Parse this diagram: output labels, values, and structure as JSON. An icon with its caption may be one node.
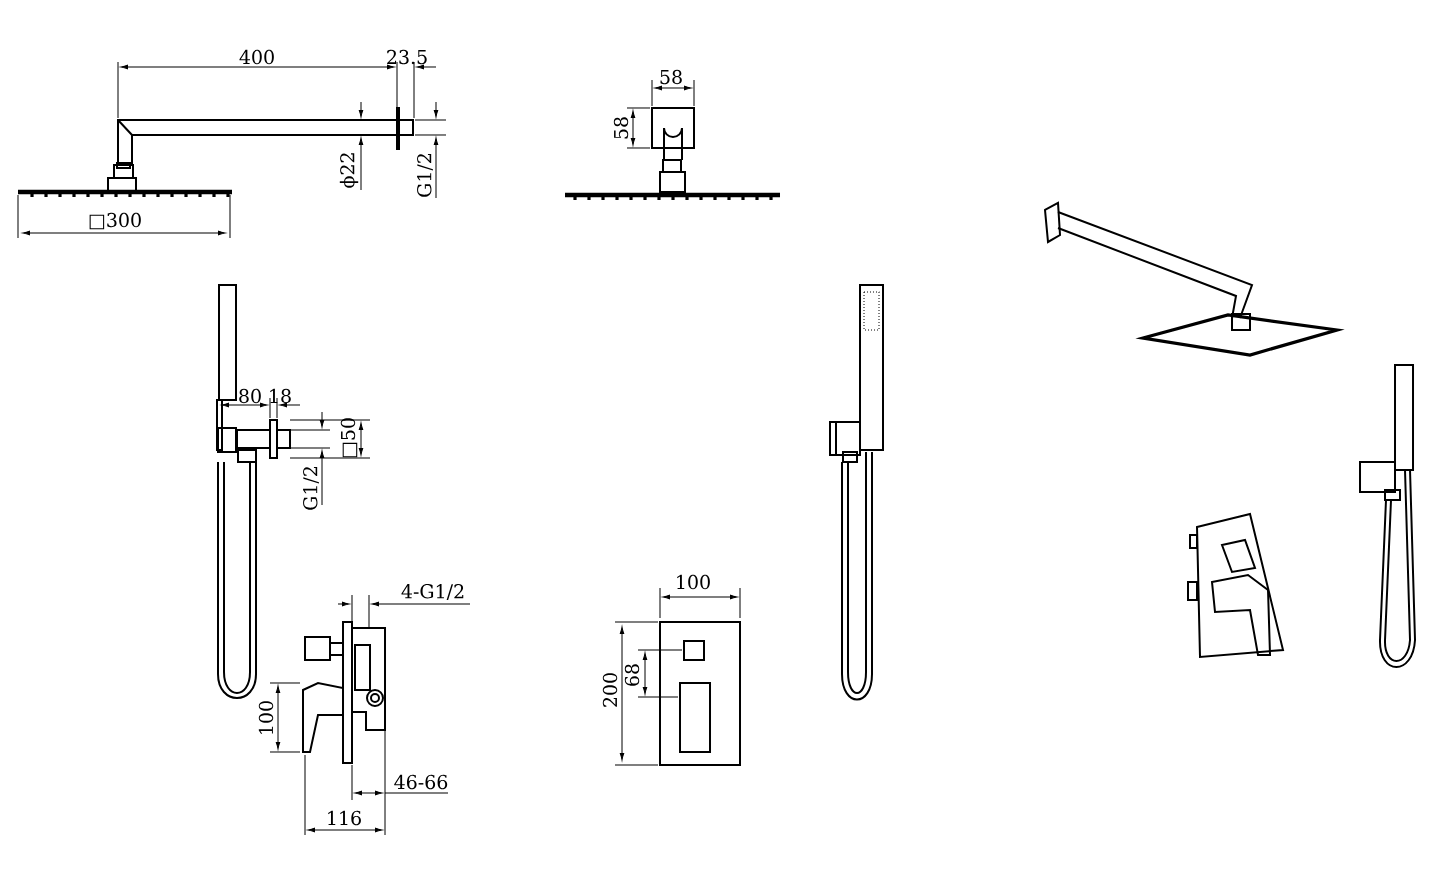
{
  "diagram": {
    "labels": [
      "400",
      "23.5",
      "ϕ22",
      "G1/2",
      "□300",
      "58",
      "58",
      "80",
      "18",
      "□50",
      "G1/2",
      "4-G1/2",
      "100",
      "68",
      "100",
      "200",
      "46-66",
      "116"
    ]
  }
}
